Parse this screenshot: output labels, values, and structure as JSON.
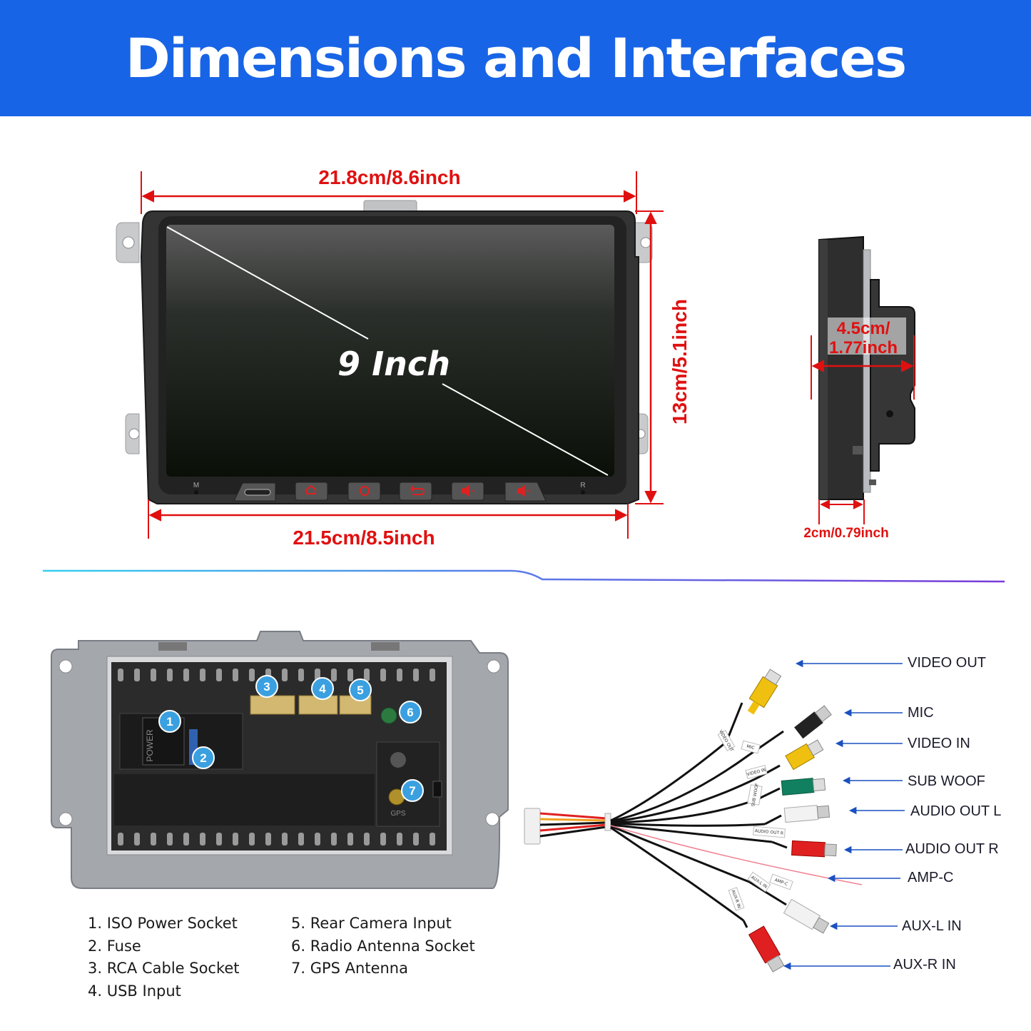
{
  "title": "Dimensions and Interfaces",
  "front": {
    "width_top": "21.8cm/8.6inch",
    "width_bottom": "21.5cm/8.5inch",
    "height": "13cm/5.1inch",
    "screen_size": "9 Inch",
    "label_m": "M",
    "label_r": "R"
  },
  "side": {
    "depth_line1": "4.5cm/",
    "depth_line2": "1.77inch",
    "thickness": "2cm/0.79inch"
  },
  "back": {
    "markers": [
      "1",
      "2",
      "3",
      "4",
      "5",
      "6",
      "7"
    ],
    "legend": [
      "1. ISO Power Socket",
      "2. Fuse",
      "3. RCA Cable Socket",
      "4. USB Input",
      "5. Rear Camera Input",
      "6. Radio Antenna Socket",
      "7. GPS Antenna"
    ],
    "power_text": "POWER",
    "gps_text": "GPS"
  },
  "cable": {
    "labels": [
      "VIDEO OUT",
      "MIC",
      "VIDEO IN",
      "SUB WOOF",
      "AUDIO OUT L",
      "AUDIO OUT R",
      "AMP-C",
      "AUX-L IN",
      "AUX-R IN"
    ],
    "tags": [
      "VIDEO OUT",
      "MIC",
      "VIDEO IN",
      "SUB WOOF",
      "AUDIO OUT R",
      "AMP-C",
      "AUX-L IN",
      "AUX-R IN"
    ]
  },
  "colors": {
    "banner": "#1864e6",
    "dimension": "#e01010",
    "marker": "#3aa0e0",
    "pointer": "#1a50c0"
  }
}
